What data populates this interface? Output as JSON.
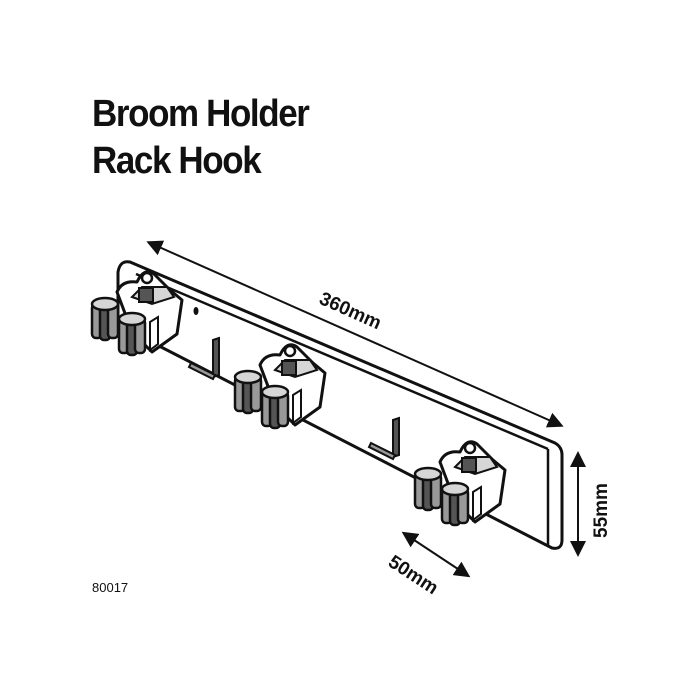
{
  "title": {
    "line1": "Broom Holder",
    "line2": "Rack Hook"
  },
  "dimensions": {
    "length": "360mm",
    "height": "55mm",
    "depth": "50mm"
  },
  "product_code": "80017",
  "colors": {
    "line": "#111111",
    "dark_gray": "#555555",
    "mid_gray": "#999999",
    "light_gray": "#d6d6d6"
  }
}
